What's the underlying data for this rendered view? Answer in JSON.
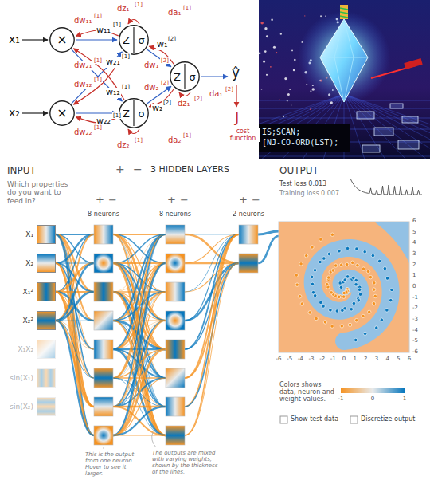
{
  "diagram": {
    "nodes": [
      {
        "text": [
          "×"
        ]
      },
      {
        "text": [
          "×"
        ]
      },
      {
        "text": [
          "Z",
          "σ"
        ]
      },
      {
        "text": [
          "Z",
          "σ"
        ]
      },
      {
        "text": [
          "Z",
          "σ"
        ]
      },
      {
        "text": [
          "X₁"
        ]
      },
      {
        "text": [
          "X₂"
        ]
      },
      {
        "text": [
          "X₁²"
        ]
      },
      {
        "text": [
          "X₂²"
        ]
      },
      {
        "text": [
          "X₁X₂"
        ]
      },
      {
        "text": [
          "sin(X₁)"
        ]
      },
      {
        "text": [
          "sin(X₂)"
        ]
      }
    ],
    "edges": [
      {
        "from": 0,
        "to": 2,
        "arrow": "to"
      },
      {
        "from": 0,
        "to": 3,
        "arrow": "to"
      },
      {
        "from": 1,
        "to": 2,
        "arrow": "to"
      },
      {
        "from": 1,
        "to": 3,
        "arrow": "to"
      },
      {
        "from": 2,
        "to": 4,
        "arrow": "to"
      },
      {
        "from": 3,
        "to": 4,
        "arrow": "to"
      },
      {
        "from": 2,
        "to": 0,
        "arrow": "to"
      },
      {
        "from": 2,
        "to": 1,
        "arrow": "to"
      },
      {
        "from": 3,
        "to": 0,
        "arrow": "to"
      },
      {
        "from": 3,
        "to": 1,
        "arrow": "to"
      },
      {
        "from": 4,
        "to": 2,
        "arrow": "to"
      },
      {
        "from": 4,
        "to": 3,
        "arrow": "to"
      }
    ],
    "labels": [
      "x₁",
      "x₂",
      "w₁₁",
      "[1]",
      "w₂₁",
      "[1]",
      "w₁₂",
      "[1]",
      "w₂₂",
      "[1]",
      "w₁",
      "[2]",
      "w₂",
      "[2]",
      "ŷ",
      "J",
      "cost function",
      "dz₁",
      "[1]",
      "da₁",
      "[1]",
      "dw₁₁",
      "[1]",
      "dw₂₁",
      "[1]",
      "dw₁₂",
      "[1]",
      "dw₂₂",
      "[1]",
      "dw₁",
      "[2]",
      "dw₂",
      "[2]",
      "dz₂",
      "[1]",
      "da₂",
      "[1]",
      "dz₁",
      "[2]",
      "da₁",
      "[2]",
      "IS;SCAN;",
      "[NJ-CO-ORD(LST);",
      "INPUT",
      "Which properties do you want to feed in?",
      "+",
      "−",
      "3 HIDDEN LAYERS",
      "+",
      "−",
      "8 neurons",
      "+",
      "−",
      "8 neurons",
      "+",
      "−",
      "2 neurons",
      "OUTPUT",
      "Test loss 0.013",
      "Training loss 0.007",
      "6",
      "5",
      "4",
      "3",
      "2",
      "1",
      "0",
      "-1",
      "-2",
      "-3",
      "-4",
      "-5",
      "-6",
      "-6",
      "-5",
      "-4",
      "-3",
      "-2",
      "-1",
      "0",
      "1",
      "2",
      "3",
      "4",
      "5",
      "6",
      "Colors shows data, neuron and weight values.",
      "-1",
      "0",
      "1",
      "Show test data",
      "Discretize output",
      "This is the output from one neuron. Hover to see it larger.",
      "The outputs are mixed with varying weights, shown by the thickness of the lines."
    ]
  }
}
